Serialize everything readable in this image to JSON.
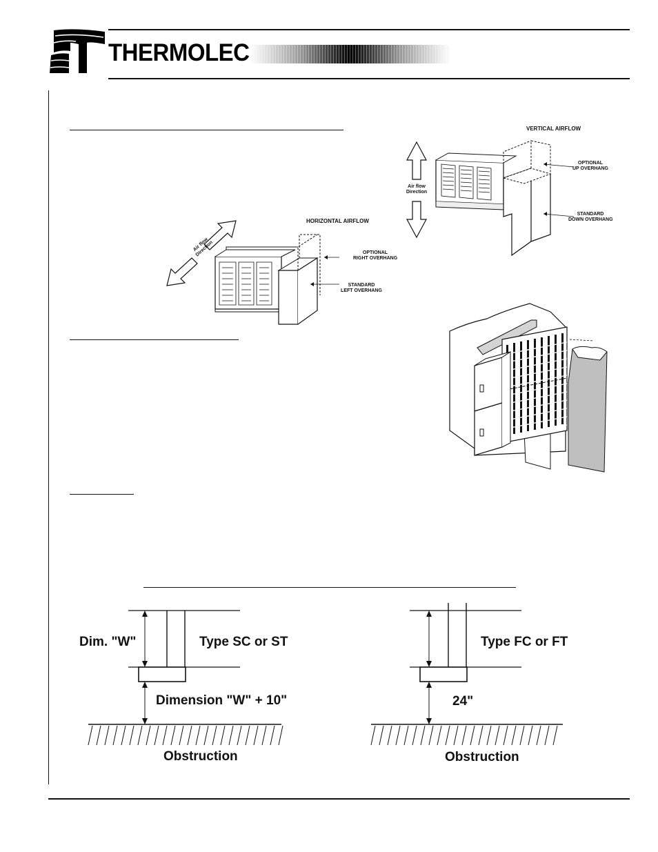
{
  "header": {
    "brand": "THERMOLEC"
  },
  "figures": {
    "vertical_airflow": {
      "title": "VERTICAL AIRFLOW",
      "direction_label_line1": "Air flow",
      "direction_label_line2": "Direction",
      "optional_line1": "OPTIONAL",
      "optional_line2": "UP OVERHANG",
      "standard_line1": "STANDARD",
      "standard_line2": "DOWN OVERHANG"
    },
    "horizontal_airflow": {
      "title": "HORIZONTAL AIRFLOW",
      "direction_label_line1": "Air flow",
      "direction_label_line2": "Direction",
      "optional_line1": "OPTIONAL",
      "optional_line2": "RIGHT OVERHANG",
      "standard_line1": "STANDARD",
      "standard_line2": "LEFT OVERHANG"
    }
  },
  "clearance": {
    "left": {
      "dim_label": "Dim. \"W\"",
      "type_label": "Type SC or ST",
      "clearance_label": "Dimension \"W\" + 10\"",
      "obstruction_label": "Obstruction"
    },
    "right": {
      "type_label": "Type FC or FT",
      "clearance_label": "24\"",
      "obstruction_label": "Obstruction"
    }
  }
}
